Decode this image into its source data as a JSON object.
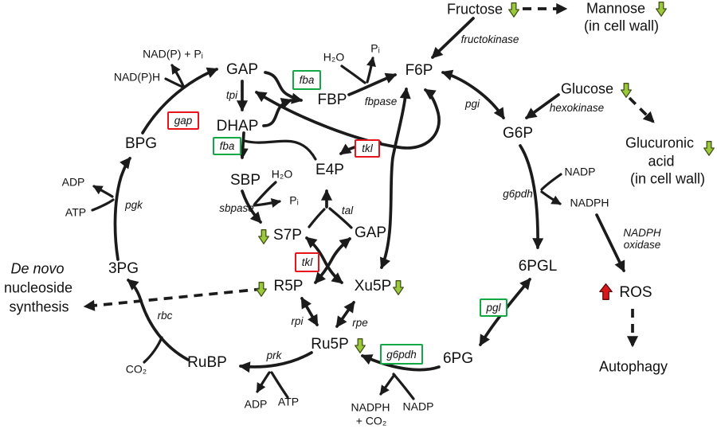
{
  "colors": {
    "arrow_ink": "#1b1b1b",
    "downregulation_green_fill": "#9aca3c",
    "downregulation_green_outline": "#44511a",
    "upregulation_red_fill": "#d7191c",
    "upregulation_red_outline": "#5a0a0a",
    "enzyme_box_green": "#12a843",
    "enzyme_box_red": "#e8141b"
  },
  "m": {
    "gap_top": "GAP",
    "dhap": "DHAP",
    "fbp": "FBP",
    "f6p": "F6P",
    "bpg": "BPG",
    "sbp": "SBP",
    "e4p": "E4P",
    "s7p": "S7P",
    "gap_mid": "GAP",
    "r5p": "R5P",
    "xu5p": "Xu5P",
    "ru5p": "Ru5P",
    "rubp": "RuBP",
    "three_pg": "3PG",
    "g6p": "G6P",
    "six_pgl": "6PGL",
    "six_pg": "6PG",
    "ros": "ROS"
  },
  "b": {
    "fba1": "fba",
    "fba2": "fba",
    "gap": "gap",
    "tkl1": "tkl",
    "tkl2": "tkl",
    "pgl": "pgl",
    "g6pdh": "g6pdh"
  },
  "e": {
    "tpi": "tpi",
    "fbpase": "fbpase",
    "fructokinase": "fructokinase",
    "pgi": "pgi",
    "hexokinase": "hexokinase",
    "g6pdh": "g6pdh",
    "nadph_ox1": "NADPH",
    "nadph_ox2": "oxidase",
    "sbpase": "sbpase",
    "tal": "tal",
    "pgk": "pgk",
    "rbc": "rbc",
    "prk": "prk",
    "rpi": "rpi",
    "rpe": "rpe"
  },
  "c": {
    "nadp_pi": "NAD(P) + Pᵢ",
    "nadph": "NAD(P)H",
    "h2o1": "H₂O",
    "pi1": "Pᵢ",
    "h2o2": "H₂O",
    "pi2": "Pᵢ",
    "adp1": "ADP",
    "atp1": "ATP",
    "co2": "CO₂",
    "adp2": "ADP",
    "atp2": "ATP",
    "nadph_b1": "NADPH",
    "nadph_b2": "+ CO₂",
    "nadp_b": "NADP",
    "nadp_r": "NADP",
    "nadph_r": "NADPH"
  },
  "x": {
    "fructose": "Fructose",
    "mannose": "Mannose",
    "cellwall1": "(in cell wall)",
    "glucose": "Glucose",
    "glucuronic1": "Glucuronic",
    "glucuronic2": "acid",
    "glucuronic3": "(in cell wall)",
    "denovo1": "De novo",
    "denovo2": "nucleoside",
    "denovo3": "synthesis",
    "autophagy": "Autophagy"
  }
}
